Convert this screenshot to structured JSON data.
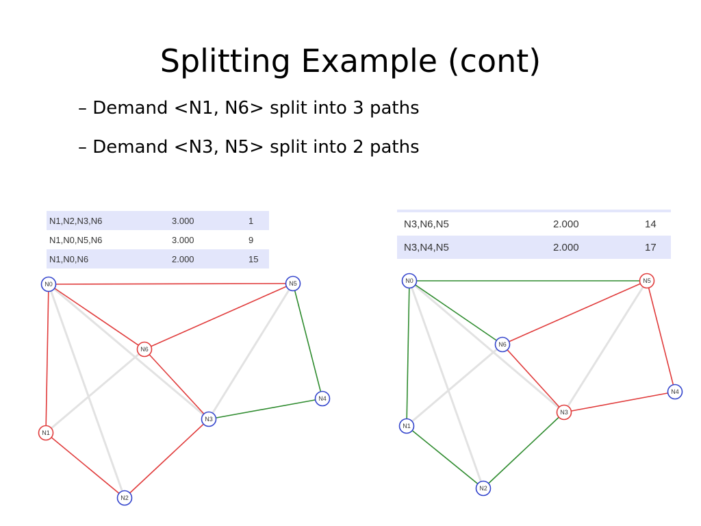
{
  "title": "Splitting Example (cont)",
  "bullets": [
    "– Demand <N1, N6> split into 3 paths",
    "– Demand <N3, N5> split into 2 paths"
  ],
  "colors": {
    "red": "#e03a3a",
    "green": "#2e8b2e",
    "gray": "#e2e2e2",
    "blue_node": "#3344cc",
    "table_shade": "#e3e6fb"
  },
  "left": {
    "table": [
      {
        "path": "N1,N2,N3,N6",
        "value": "3.000",
        "id": "1"
      },
      {
        "path": "N1,N0,N5,N6",
        "value": "3.000",
        "id": "9"
      },
      {
        "path": "N1,N0,N6",
        "value": "2.000",
        "id": "15"
      }
    ],
    "nodes": [
      {
        "label": "N0",
        "color": "blue"
      },
      {
        "label": "N5",
        "color": "blue"
      },
      {
        "label": "N6",
        "color": "red"
      },
      {
        "label": "N4",
        "color": "blue"
      },
      {
        "label": "N3",
        "color": "blue"
      },
      {
        "label": "N1",
        "color": "red"
      },
      {
        "label": "N2",
        "color": "blue"
      }
    ],
    "edges": [
      {
        "from": "N0",
        "to": "N3",
        "color": "gray"
      },
      {
        "from": "N0",
        "to": "N2",
        "color": "gray"
      },
      {
        "from": "N1",
        "to": "N6",
        "color": "gray"
      },
      {
        "from": "N5",
        "to": "N3",
        "color": "gray"
      },
      {
        "from": "N0",
        "to": "N5",
        "color": "red"
      },
      {
        "from": "N0",
        "to": "N1",
        "color": "red"
      },
      {
        "from": "N0",
        "to": "N6",
        "color": "red"
      },
      {
        "from": "N6",
        "to": "N5",
        "color": "red"
      },
      {
        "from": "N6",
        "to": "N3",
        "color": "red"
      },
      {
        "from": "N1",
        "to": "N2",
        "color": "red"
      },
      {
        "from": "N2",
        "to": "N3",
        "color": "red"
      },
      {
        "from": "N5",
        "to": "N4",
        "color": "green"
      },
      {
        "from": "N3",
        "to": "N4",
        "color": "green"
      }
    ]
  },
  "right": {
    "table": [
      {
        "path": "N3,N6,N5",
        "value": "2.000",
        "id": "14"
      },
      {
        "path": "N3,N4,N5",
        "value": "2.000",
        "id": "17"
      }
    ],
    "nodes": [
      {
        "label": "N0",
        "color": "blue"
      },
      {
        "label": "N5",
        "color": "red"
      },
      {
        "label": "N6",
        "color": "blue"
      },
      {
        "label": "N4",
        "color": "blue"
      },
      {
        "label": "N3",
        "color": "red"
      },
      {
        "label": "N1",
        "color": "blue"
      },
      {
        "label": "N2",
        "color": "blue"
      }
    ],
    "edges": [
      {
        "from": "N0",
        "to": "N3",
        "color": "gray"
      },
      {
        "from": "N0",
        "to": "N2",
        "color": "gray"
      },
      {
        "from": "N1",
        "to": "N6",
        "color": "gray"
      },
      {
        "from": "N5",
        "to": "N3",
        "color": "gray"
      },
      {
        "from": "N0",
        "to": "N5",
        "color": "green"
      },
      {
        "from": "N0",
        "to": "N1",
        "color": "green"
      },
      {
        "from": "N0",
        "to": "N6",
        "color": "green"
      },
      {
        "from": "N1",
        "to": "N2",
        "color": "green"
      },
      {
        "from": "N2",
        "to": "N3",
        "color": "green"
      },
      {
        "from": "N6",
        "to": "N5",
        "color": "red"
      },
      {
        "from": "N6",
        "to": "N3",
        "color": "red"
      },
      {
        "from": "N5",
        "to": "N4",
        "color": "red"
      },
      {
        "from": "N3",
        "to": "N4",
        "color": "red"
      }
    ]
  }
}
